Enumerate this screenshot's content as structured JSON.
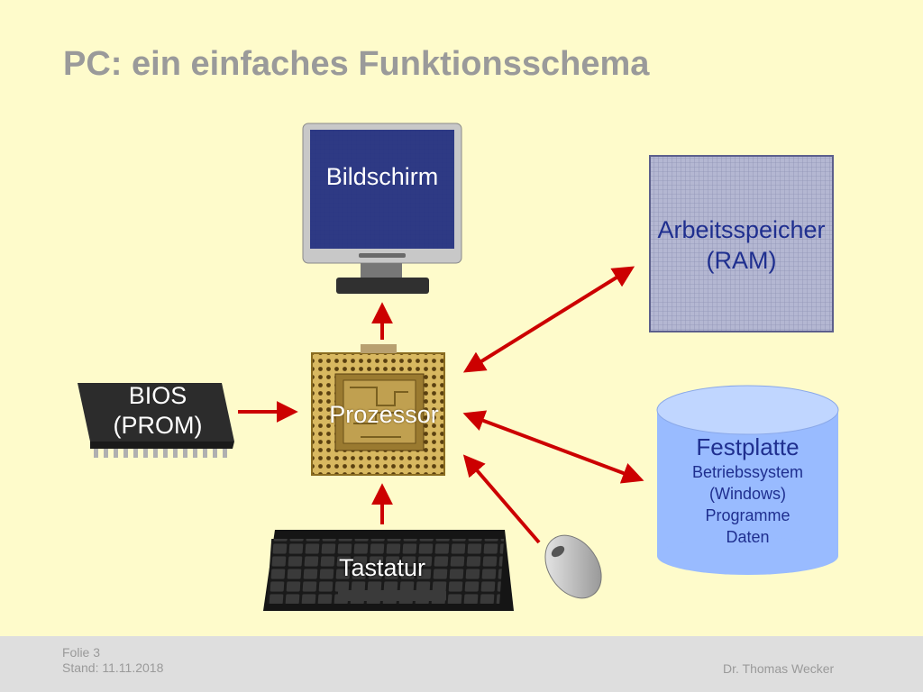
{
  "slide": {
    "title": "PC: ein einfaches Funktionsschema"
  },
  "components": {
    "monitor": "Bildschirm",
    "ram": {
      "line1": "Arbeitsspeicher",
      "line2": "(RAM)"
    },
    "bios": {
      "line1": "BIOS",
      "line2": "(PROM)"
    },
    "cpu": "Prozessor",
    "disk": {
      "title": "Festplatte",
      "items": [
        "Betriebssystem",
        "(Windows)",
        "Programme",
        "Daten"
      ]
    },
    "keyboard": "Tastatur"
  },
  "footer": {
    "slide_number": "Folie 3",
    "date": "Stand: 11.11.2018",
    "author": "Dr. Thomas Wecker"
  },
  "colors": {
    "background": "#fefbcb",
    "arrow": "#cc0000",
    "title": "#9a9a9a",
    "ram": "#a9acc9",
    "disk": "#99bbff",
    "label_dark": "#1f2f8f"
  }
}
